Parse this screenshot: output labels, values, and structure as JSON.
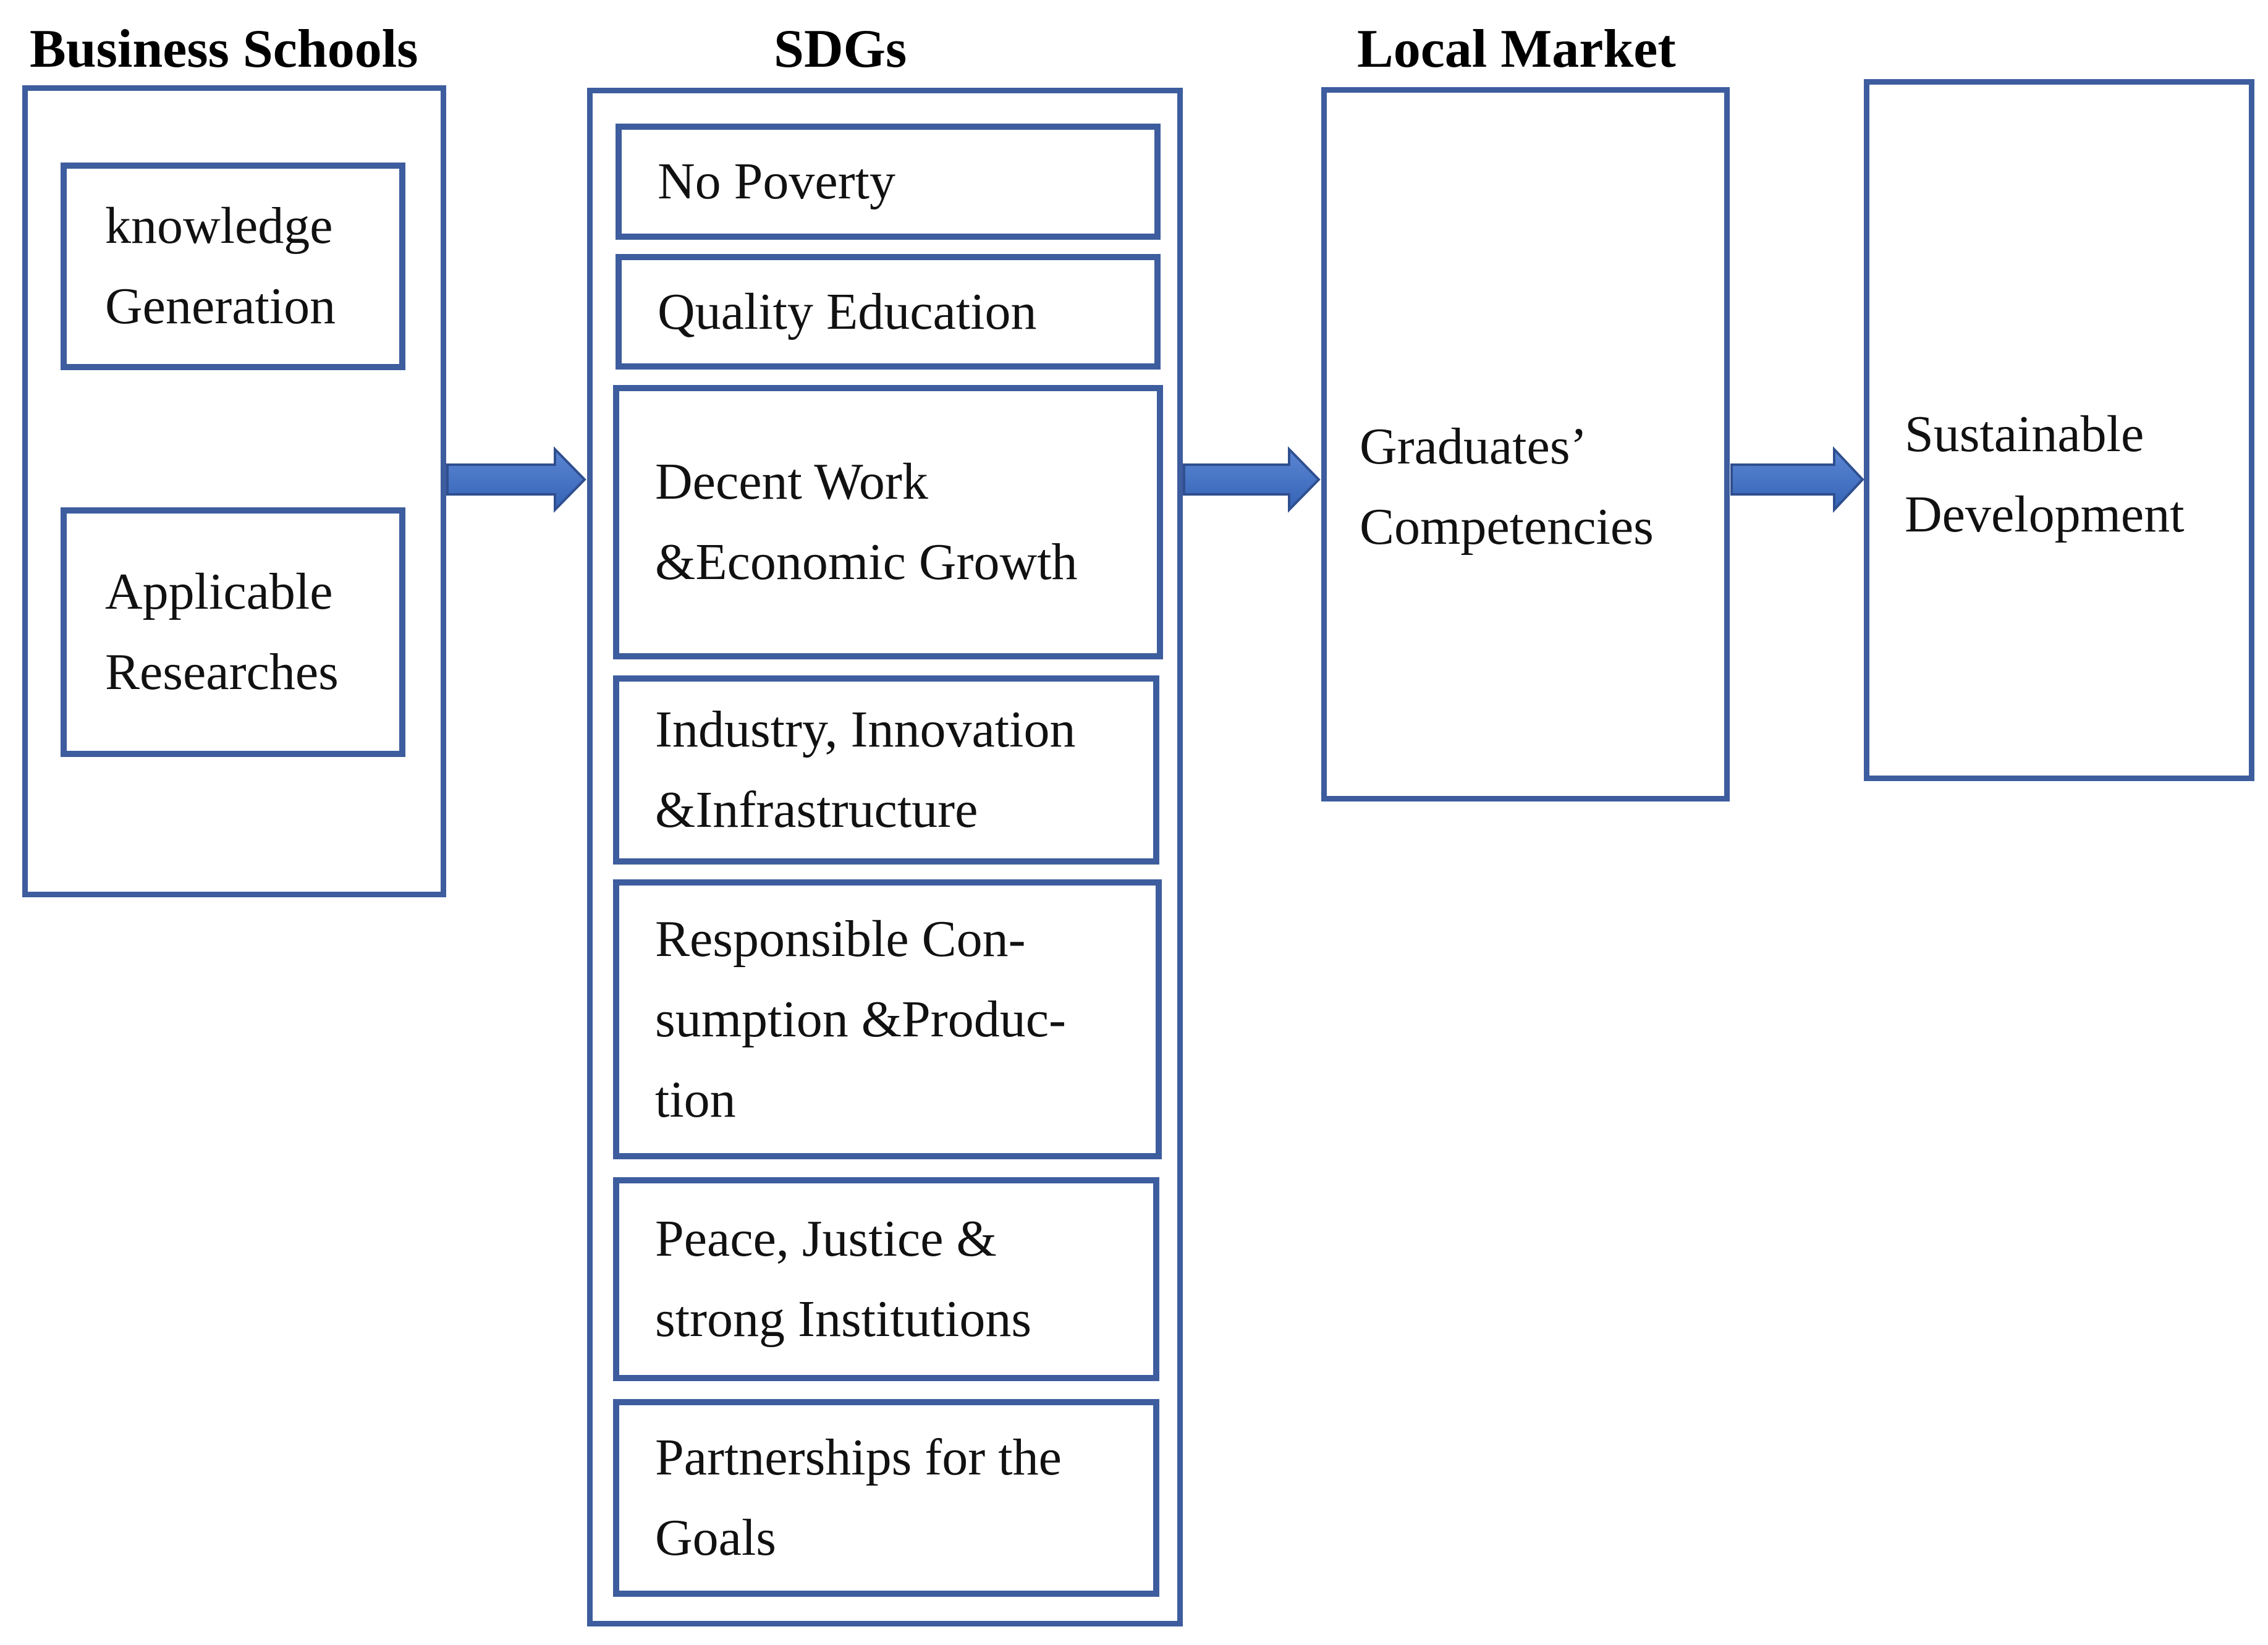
{
  "headers": {
    "business_schools": "Business Schools",
    "sdgs": "SDGs",
    "local_market": "Local Market"
  },
  "business_schools": {
    "knowledge": "knowledge\nGeneration",
    "research": "Applicable\nResearches"
  },
  "sdgs": {
    "items": [
      "No Poverty",
      "Quality Education",
      "Decent Work\n&Economic Growth",
      "Industry, Innovation\n&Infrastructure",
      "Responsible Con-\nsumption &Produc-\ntion",
      "Peace, Justice &\nstrong Institutions",
      "Partnerships for the\nGoals"
    ]
  },
  "local_market": {
    "label": "Graduates’\nCompetencies"
  },
  "outcome": {
    "label": "Sustainable\nDevelopment"
  },
  "colors": {
    "border": "#3d5d9e",
    "arrow": "#4472c4"
  }
}
